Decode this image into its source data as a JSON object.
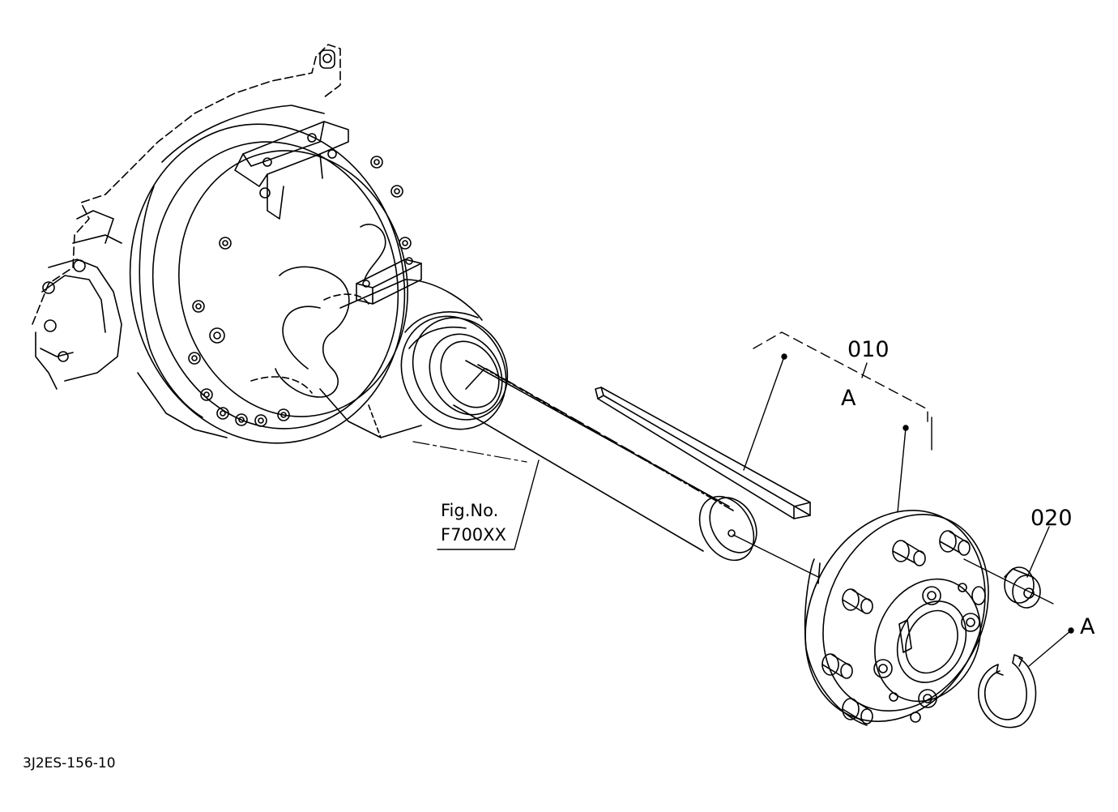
{
  "labels": {
    "part_010": "010",
    "group_a_top": "A",
    "part_020": "020",
    "group_a_ring": "A",
    "fig_ref_line1": "Fig.No.",
    "fig_ref_line2": "F700XX",
    "drawing_code": "3J2ES-156-10"
  },
  "colors": {
    "ink": "#000000",
    "paper": "#ffffff"
  }
}
